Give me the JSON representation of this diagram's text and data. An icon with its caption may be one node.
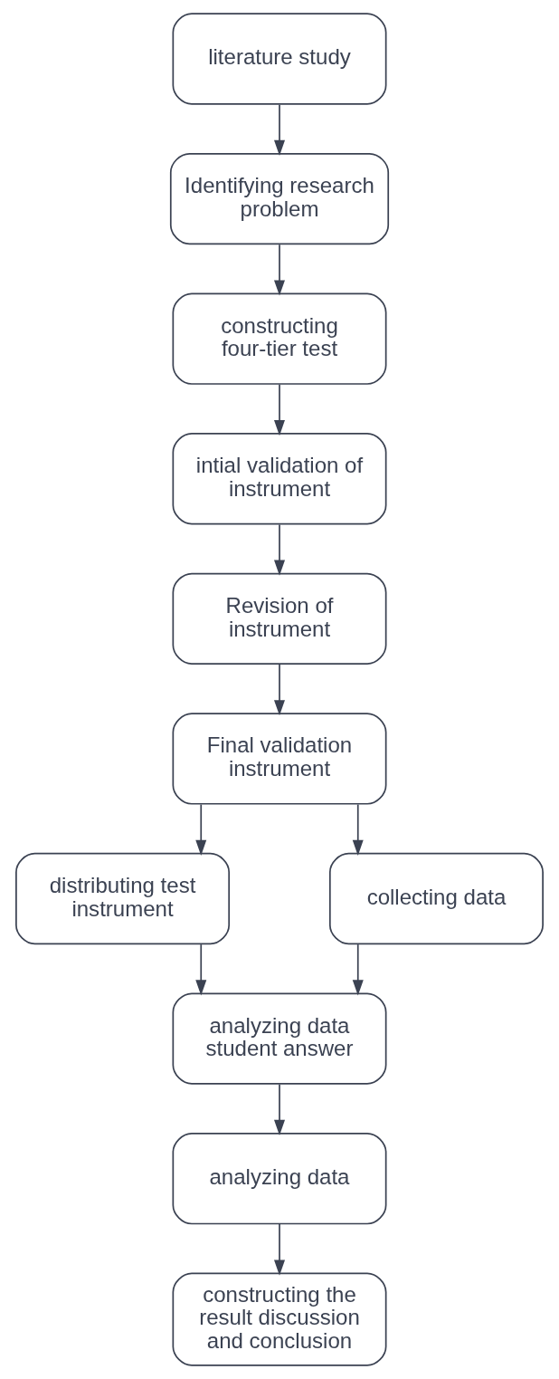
{
  "diagram": {
    "nodes": [
      {
        "text": [
          "literature study"
        ]
      },
      {
        "text": [
          "Identifying research problem"
        ]
      },
      {
        "text": [
          "constructing four-tier test"
        ]
      },
      {
        "text": [
          "intial validation of instrument"
        ]
      },
      {
        "text": [
          "Revision of instrument"
        ]
      },
      {
        "text": [
          "Final validation instrument"
        ]
      },
      {
        "text": [
          "distributing test instrument"
        ]
      },
      {
        "text": [
          "collecting data"
        ]
      },
      {
        "text": [
          "analyzing data student answer"
        ]
      },
      {
        "text": [
          "analyzing data"
        ]
      },
      {
        "text": [
          "constructing the result discussion and conclusion"
        ]
      }
    ],
    "edges": [
      {
        "from": 0,
        "to": 1,
        "arrow": "to"
      },
      {
        "from": 1,
        "to": 2,
        "arrow": "to"
      },
      {
        "from": 2,
        "to": 3,
        "arrow": "to"
      },
      {
        "from": 3,
        "to": 4,
        "arrow": "to"
      },
      {
        "from": 4,
        "to": 5,
        "arrow": "to"
      },
      {
        "from": 5,
        "to": 6,
        "arrow": "to"
      },
      {
        "from": 5,
        "to": 7,
        "arrow": "to"
      },
      {
        "from": 6,
        "to": 8,
        "arrow": "to"
      },
      {
        "from": 7,
        "to": 8,
        "arrow": "to"
      },
      {
        "from": 8,
        "to": 9,
        "arrow": "to"
      },
      {
        "from": 9,
        "to": 10,
        "arrow": "to"
      }
    ]
  }
}
